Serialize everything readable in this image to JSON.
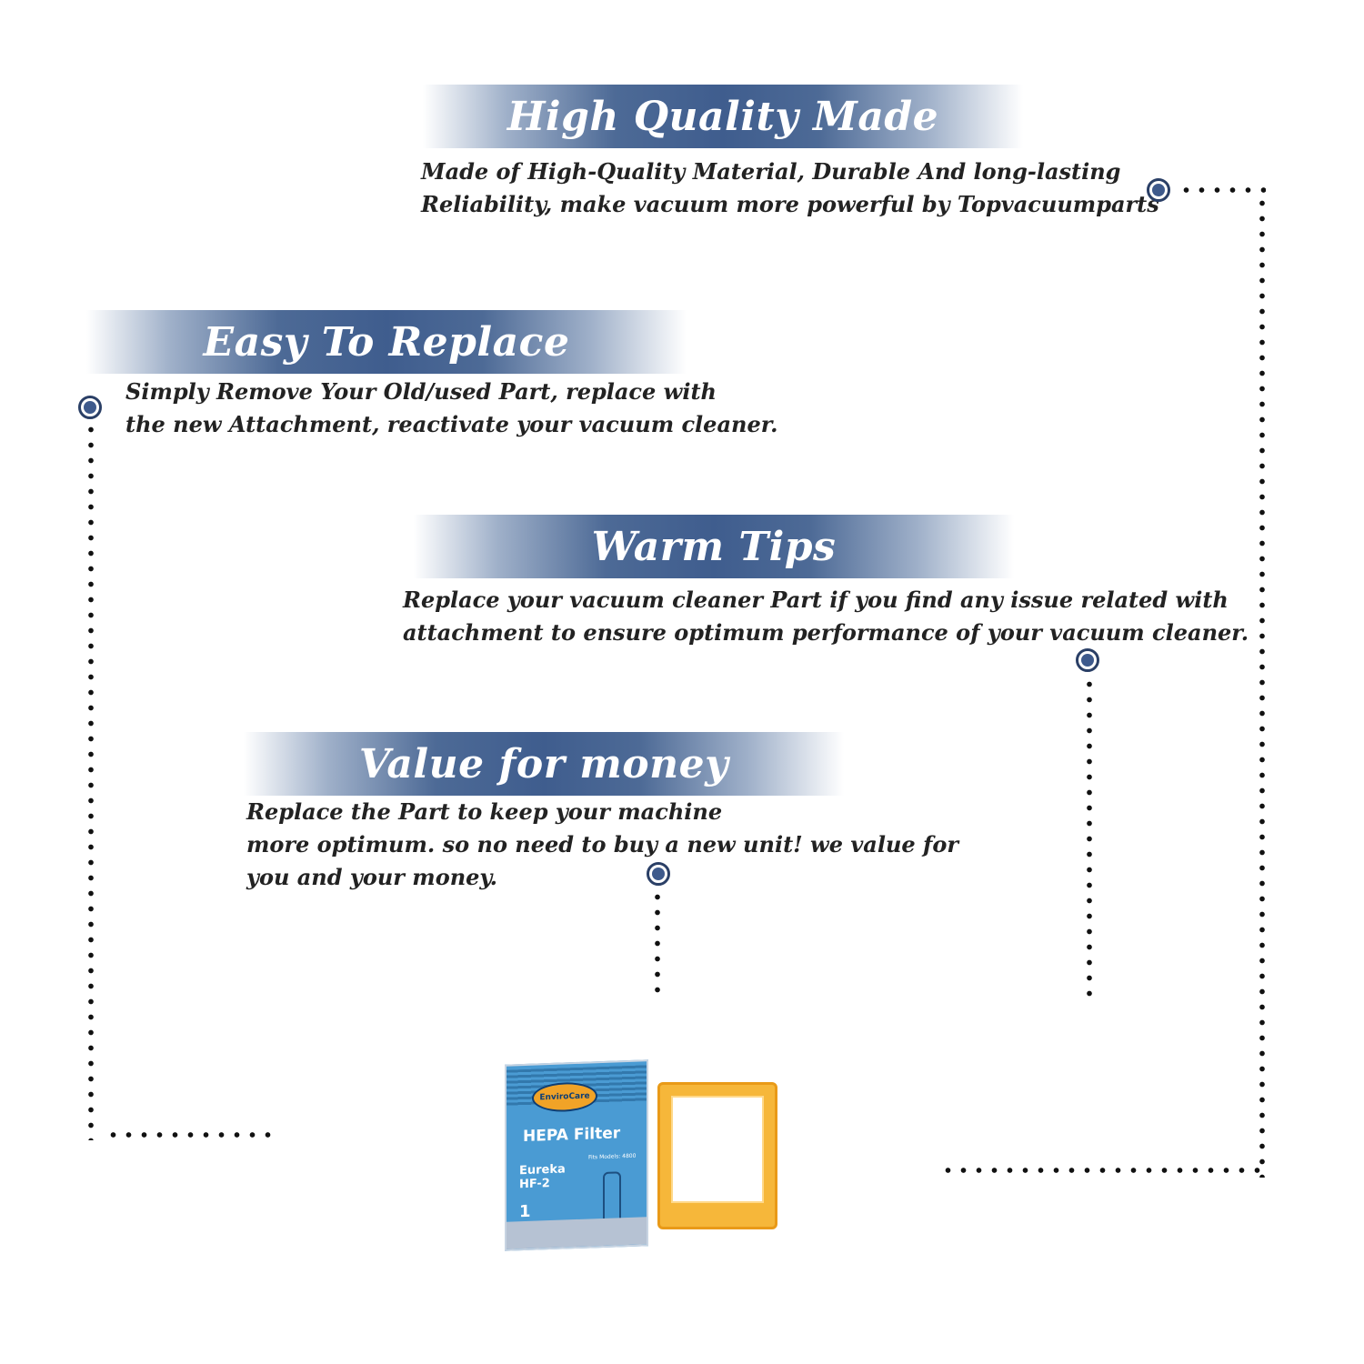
{
  "sections": [
    {
      "title": "High Quality Made",
      "lines": [
        "Made of  High-Quality Material, Durable And long-lasting",
        "Reliability, make vacuum more powerful by Topvacuumparts"
      ]
    },
    {
      "title": "Easy To Replace",
      "lines": [
        "Simply Remove Your Old/used Part, replace with",
        "the new Attachment, reactivate your vacuum cleaner."
      ]
    },
    {
      "title": "Warm Tips",
      "lines": [
        "Replace your vacuum cleaner Part if you find any issue related with",
        " attachment to ensure optimum performance of your vacuum cleaner."
      ]
    },
    {
      "title": "Value for money",
      "lines": [
        "Replace the Part to keep your machine",
        "more optimum. so no need to buy a new unit! we value for",
        "you and your money."
      ]
    }
  ],
  "product": {
    "logo": "EnviroCare",
    "label": "HEPA Filter",
    "brand_line1": "Eureka",
    "brand_line2": "HF-2",
    "fits": "Fits Models: 4800",
    "count": "1"
  },
  "colors": {
    "banner": "#3f5d8e",
    "marker": "#3e5a8c",
    "dots": "#111111"
  }
}
